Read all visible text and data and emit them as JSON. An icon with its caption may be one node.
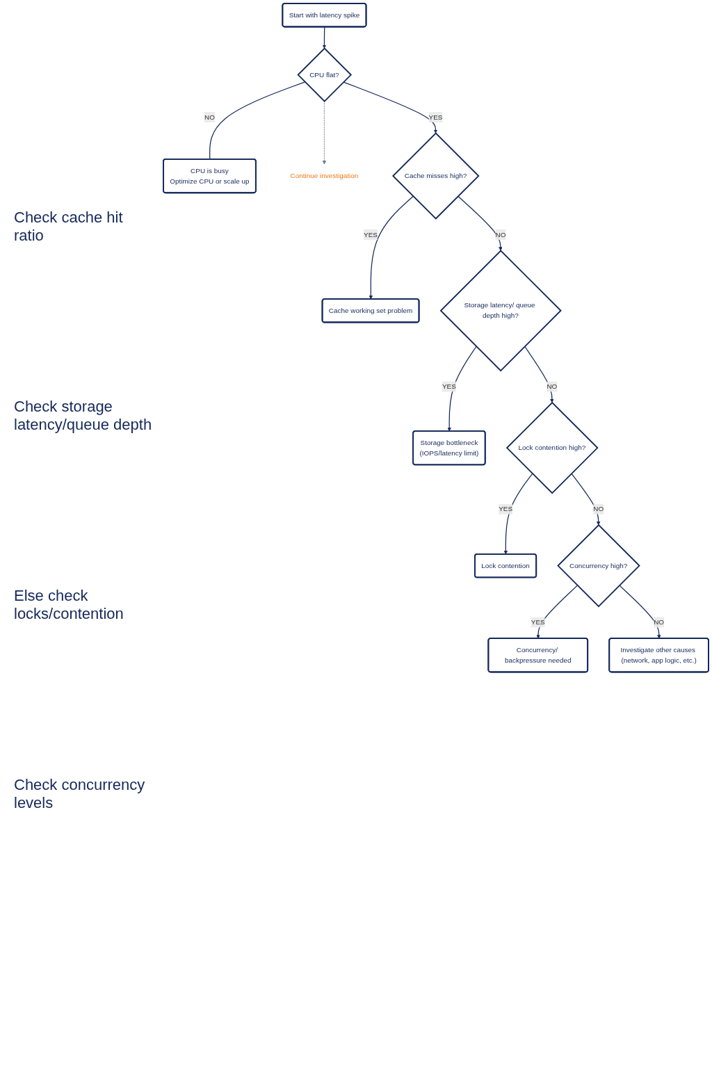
{
  "diagram": {
    "nodes": [
      {
        "text": [
          "Start with latency spike"
        ]
      },
      {
        "text": [
          "CPU flat?"
        ]
      },
      {
        "text": [
          "CPU is busy",
          "Optimize CPU or scale up"
        ]
      },
      {
        "text": [
          "Continue investigation"
        ]
      },
      {
        "text": [
          "Cache misses high?"
        ]
      },
      {
        "text": [
          "Cache working set problem"
        ]
      },
      {
        "text": [
          "Storage latency/ queue depth high?"
        ]
      },
      {
        "text": [
          "Storage bottleneck",
          "(IOPS/latency limit)"
        ]
      },
      {
        "text": [
          "Lock contention high?"
        ]
      },
      {
        "text": [
          "Lock contention"
        ]
      },
      {
        "text": [
          "Concurrency high?"
        ]
      },
      {
        "text": [
          "Concurrency/ backpressure needed"
        ]
      },
      {
        "text": [
          "Investigate other causes (network, app logic, etc.)"
        ]
      }
    ],
    "edges": [
      {
        "from": 0,
        "to": 1,
        "arrow": "to"
      },
      {
        "from": 1,
        "to": 2,
        "arrow": "none",
        "label": "NO"
      },
      {
        "from": 1,
        "to": 3,
        "arrow": "to",
        "style": "dashed",
        "color": "#6b7a99"
      },
      {
        "from": 1,
        "to": 4,
        "arrow": "to",
        "label": "YES"
      },
      {
        "from": 4,
        "to": 5,
        "arrow": "to",
        "label": "YES"
      },
      {
        "from": 4,
        "to": 6,
        "arrow": "to",
        "label": "NO"
      },
      {
        "from": 6,
        "to": 7,
        "arrow": "to",
        "label": "YES"
      },
      {
        "from": 6,
        "to": 8,
        "arrow": "to",
        "label": "NO"
      },
      {
        "from": 8,
        "to": 9,
        "arrow": "to",
        "label": "YES"
      },
      {
        "from": 8,
        "to": 10,
        "arrow": "to",
        "label": "NO"
      },
      {
        "from": 10,
        "to": 11,
        "arrow": "to",
        "label": "YES"
      },
      {
        "from": 10,
        "to": 12,
        "arrow": "to",
        "label": "NO"
      }
    ],
    "labels": [
      "Check cache hit ratio",
      "Check storage latency/queue depth",
      "Else check locks/contention",
      "Check concurrency levels"
    ]
  }
}
